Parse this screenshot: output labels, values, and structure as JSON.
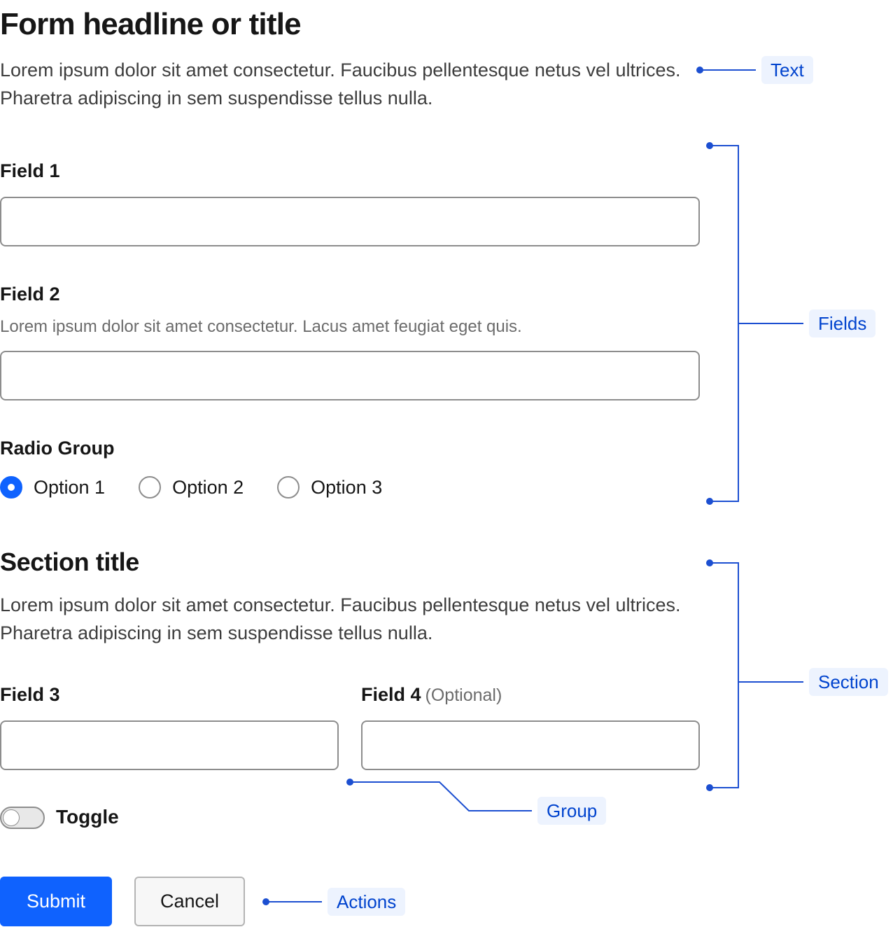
{
  "form": {
    "headline": "Form headline or title",
    "description": "Lorem ipsum dolor sit amet consectetur. Faucibus pellentesque netus vel ultrices. Pharetra adipiscing in sem suspendisse tellus nulla.",
    "field1": {
      "label": "Field 1",
      "value": ""
    },
    "field2": {
      "label": "Field 2",
      "helper": "Lorem ipsum dolor sit amet consectetur. Lacus amet feugiat eget quis.",
      "value": ""
    },
    "radio_group": {
      "label": "Radio Group",
      "options": [
        "Option 1",
        "Option 2",
        "Option 3"
      ],
      "selected": "Option 1"
    },
    "section": {
      "title": "Section title",
      "description": "Lorem ipsum dolor sit amet consectetur. Faucibus pellentesque netus vel ultrices. Pharetra adipiscing in sem suspendisse tellus nulla.",
      "field3": {
        "label": "Field 3",
        "value": ""
      },
      "field4": {
        "label": "Field 4",
        "optional": "(Optional)",
        "value": ""
      }
    },
    "toggle": {
      "label": "Toggle",
      "on": false
    },
    "actions": {
      "submit": "Submit",
      "cancel": "Cancel"
    }
  },
  "annotations": {
    "text": "Text",
    "fields": "Fields",
    "section": "Section",
    "group": "Group",
    "actions": "Actions"
  },
  "colors": {
    "primary": "#0f62fe",
    "annotation_line": "#1c4fd1",
    "annotation_tag_bg": "#edf3fe",
    "annotation_tag_text": "#0043ce",
    "input_border": "#8d8d8d"
  }
}
